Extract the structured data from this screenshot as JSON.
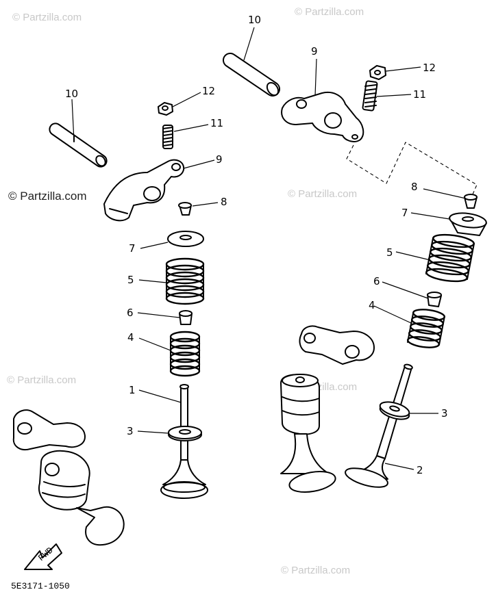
{
  "watermark": {
    "text": "© Partzilla.com",
    "color": "#c8c8c8",
    "main_color": "#222222"
  },
  "diagram_code": "5E3171-1050",
  "fwd_label": "FWD",
  "callouts": {
    "c10a": "10",
    "c12a": "12",
    "c11a": "11",
    "c9a": "9",
    "c8a": "8",
    "c7a": "7",
    "c5a": "5",
    "c6a": "6",
    "c4a": "4",
    "c1": "1",
    "c3a": "3",
    "c10b": "10",
    "c9b": "9",
    "c12b": "12",
    "c11b": "11",
    "c8b": "8",
    "c7b": "7",
    "c5b": "5",
    "c6b": "6",
    "c4b": "4",
    "c3b": "3",
    "c2": "2"
  }
}
